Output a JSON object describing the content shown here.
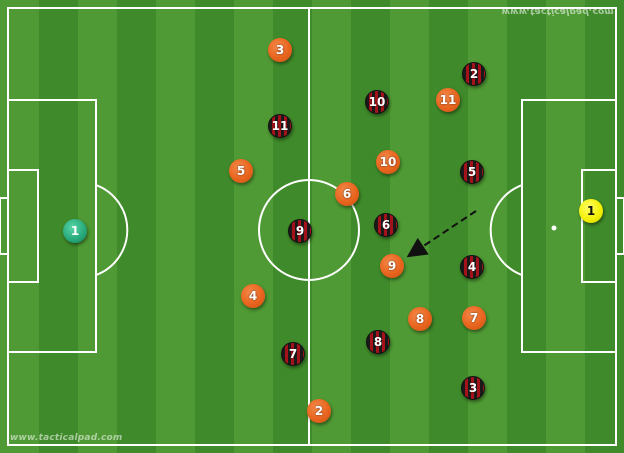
{
  "watermark": {
    "top": "www.tacticalpad.com",
    "bottom": "www.tacticalpad.com"
  },
  "colors": {
    "grass_light": "#4f9a34",
    "grass_dark": "#3f8a2a",
    "line": "#ffffff",
    "home_team": "#e8641e",
    "away_team": "#a5131a",
    "home_keeper": "#26a77a",
    "away_keeper": "#f2ee00"
  },
  "players": {
    "home_keeper": {
      "number": "1"
    },
    "away_keeper": {
      "number": "1"
    },
    "home": [
      {
        "number": "3"
      },
      {
        "number": "5"
      },
      {
        "number": "4"
      },
      {
        "number": "2"
      },
      {
        "number": "6"
      },
      {
        "number": "10"
      },
      {
        "number": "11"
      },
      {
        "number": "9"
      },
      {
        "number": "8"
      },
      {
        "number": "7"
      }
    ],
    "away": [
      {
        "number": "2"
      },
      {
        "number": "10"
      },
      {
        "number": "11"
      },
      {
        "number": "5"
      },
      {
        "number": "9"
      },
      {
        "number": "6"
      },
      {
        "number": "4"
      },
      {
        "number": "7"
      },
      {
        "number": "8"
      },
      {
        "number": "3"
      }
    ]
  },
  "annotations": {
    "arrow_style": "dashed"
  }
}
